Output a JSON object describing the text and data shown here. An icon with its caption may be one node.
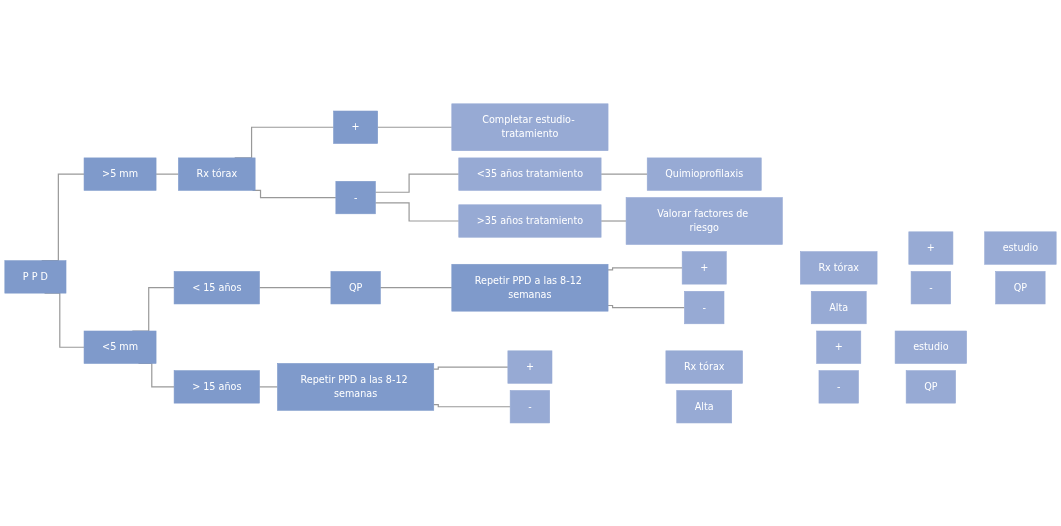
{
  "diagram": {
    "nodes": [
      {
        "text": [
          "P P D"
        ]
      },
      {
        "text": [
          ">5 mm"
        ]
      },
      {
        "text": [
          "Rx tórax"
        ]
      },
      {
        "text": [
          "+"
        ]
      },
      {
        "text": [
          "Completar estudio- tratamiento"
        ]
      },
      {
        "text": [
          "-"
        ]
      },
      {
        "text": [
          "<35 años tratamiento"
        ]
      },
      {
        "text": [
          "Quimioprofilaxis"
        ]
      },
      {
        "text": [
          ">35 años tratamiento"
        ]
      },
      {
        "text": [
          "Valorar factores de riesgo"
        ]
      },
      {
        "text": [
          "<5 mm"
        ]
      },
      {
        "text": [
          "< 15 años"
        ]
      },
      {
        "text": [
          "QP"
        ]
      },
      {
        "text": [
          "Repetir PPD a las 8-12 semanas"
        ]
      },
      {
        "text": [
          "+"
        ]
      },
      {
        "text": [
          "Rx tórax"
        ]
      },
      {
        "text": [
          "+"
        ]
      },
      {
        "text": [
          "estudio"
        ]
      },
      {
        "text": [
          "-"
        ]
      },
      {
        "text": [
          "QP"
        ]
      },
      {
        "text": [
          "-"
        ]
      },
      {
        "text": [
          "Alta"
        ]
      },
      {
        "text": [
          "> 15 años"
        ]
      },
      {
        "text": [
          "Repetir PPD a las 8-12 semanas"
        ]
      },
      {
        "text": [
          "+"
        ]
      },
      {
        "text": [
          "Rx tórax"
        ]
      },
      {
        "text": [
          "+"
        ]
      },
      {
        "text": [
          "estudio"
        ]
      },
      {
        "text": [
          "-"
        ]
      },
      {
        "text": [
          "QP"
        ]
      },
      {
        "text": [
          "-"
        ]
      },
      {
        "text": [
          "Alta"
        ]
      }
    ],
    "edges": [
      {
        "from": 0,
        "to": 1,
        "arrow": "none"
      },
      {
        "from": 0,
        "to": 10,
        "arrow": "none"
      },
      {
        "from": 1,
        "to": 2,
        "arrow": "none"
      },
      {
        "from": 2,
        "to": 3,
        "arrow": "none"
      },
      {
        "from": 2,
        "to": 5,
        "arrow": "none"
      },
      {
        "from": 3,
        "to": 4,
        "arrow": "none"
      },
      {
        "from": 5,
        "to": 6,
        "arrow": "none"
      },
      {
        "from": 5,
        "to": 8,
        "arrow": "none"
      },
      {
        "from": 6,
        "to": 7,
        "arrow": "none"
      },
      {
        "from": 8,
        "to": 9,
        "arrow": "none"
      },
      {
        "from": 10,
        "to": 11,
        "arrow": "none"
      },
      {
        "from": 10,
        "to": 22,
        "arrow": "none"
      },
      {
        "from": 11,
        "to": 12,
        "arrow": "none"
      },
      {
        "from": 12,
        "to": 13,
        "arrow": "none"
      },
      {
        "from": 13,
        "to": 14,
        "arrow": "none"
      },
      {
        "from": 13,
        "to": 20,
        "arrow": "none"
      },
      {
        "from": 22,
        "to": 23,
        "arrow": "none"
      },
      {
        "from": 23,
        "to": 24,
        "arrow": "none"
      },
      {
        "from": 23,
        "to": 30,
        "arrow": "none"
      }
    ]
  }
}
